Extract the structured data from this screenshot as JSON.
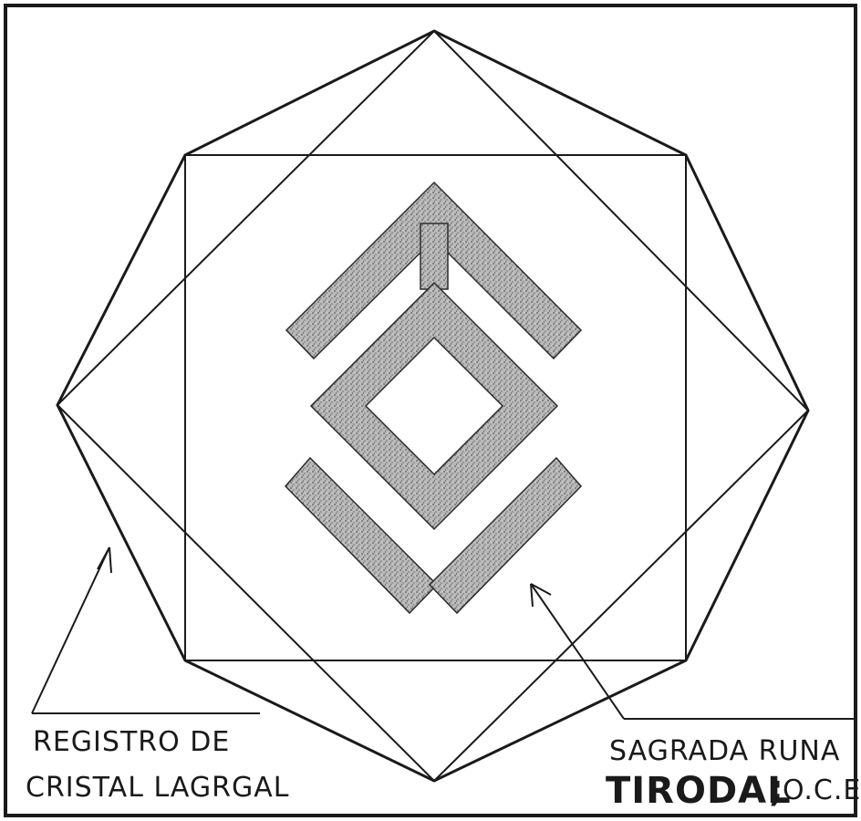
{
  "diagram": {
    "title": "",
    "left_caption": {
      "line1": "REGISTRO DE",
      "line2": "CRISTAL LAGRGAL"
    },
    "right_caption": {
      "line1": "SAGRADA RUNA",
      "line2_main": "TIRODAL",
      "line2_sep": ";",
      "line2_tail": "O.C.E."
    },
    "colors": {
      "ink": "#1a1a1a",
      "rune_fill": "#9a9a9a",
      "paper": "#ffffff"
    }
  }
}
